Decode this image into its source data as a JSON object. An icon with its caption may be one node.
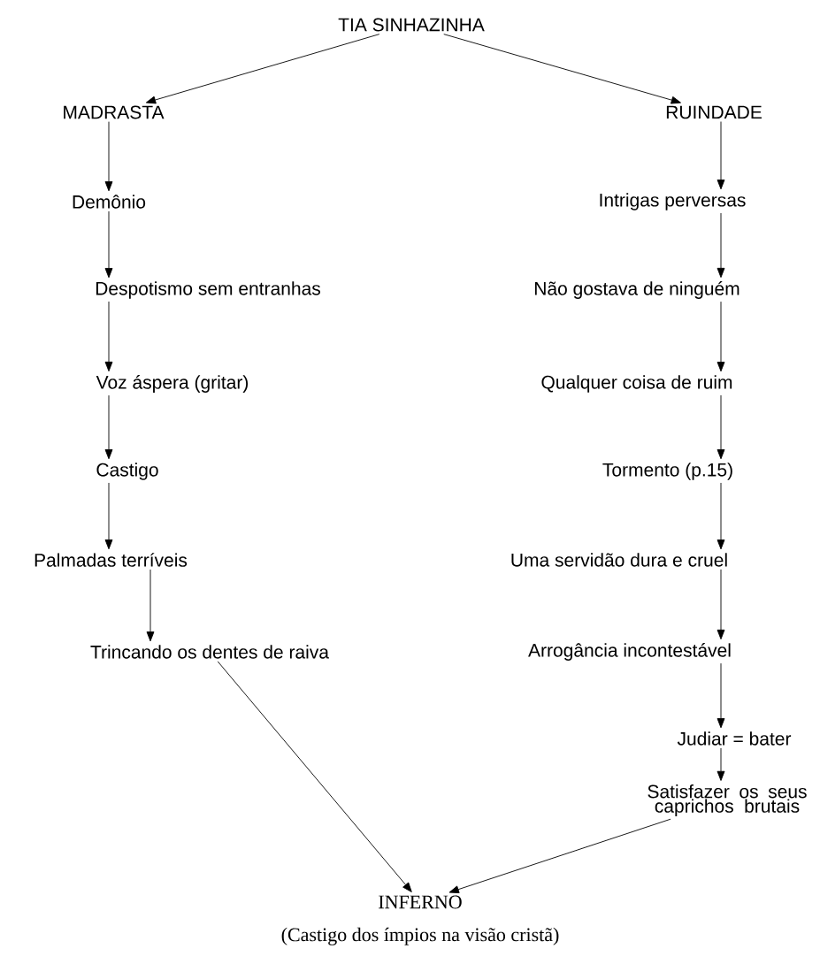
{
  "diagram": {
    "nodes": [
      {
        "text": [
          "TIA SINHAZINHA"
        ]
      },
      {
        "text": [
          "MADRASTA"
        ]
      },
      {
        "text": [
          "RUINDADE"
        ]
      },
      {
        "text": [
          "Demônio"
        ]
      },
      {
        "text": [
          "Intrigas perversas"
        ]
      },
      {
        "text": [
          "Despotismo sem entranhas"
        ]
      },
      {
        "text": [
          "Não gostava de ninguém"
        ]
      },
      {
        "text": [
          "Voz áspera (gritar)"
        ]
      },
      {
        "text": [
          "Qualquer coisa de ruim"
        ]
      },
      {
        "text": [
          "Castigo"
        ]
      },
      {
        "text": [
          "Tormento (p.15)"
        ]
      },
      {
        "text": [
          "Palmadas terríveis"
        ]
      },
      {
        "text": [
          "Uma servidão dura e cruel"
        ]
      },
      {
        "text": [
          "Trincando os dentes de raiva"
        ]
      },
      {
        "text": [
          "Arrogância incontestável"
        ]
      },
      {
        "text": [
          "Judiar = bater"
        ]
      },
      {
        "text": [
          "Satisfazer os seus caprichos brutais"
        ]
      },
      {
        "text": [
          "INFERNO"
        ],
        "beside": [
          "(Castigo dos ímpios na visão cristã)"
        ]
      }
    ],
    "edges": [
      {
        "from": 0,
        "to": 1,
        "arrow": "to"
      },
      {
        "from": 0,
        "to": 2,
        "arrow": "to"
      },
      {
        "from": 1,
        "to": 3,
        "arrow": "to"
      },
      {
        "from": 3,
        "to": 5,
        "arrow": "to"
      },
      {
        "from": 5,
        "to": 7,
        "arrow": "to"
      },
      {
        "from": 7,
        "to": 9,
        "arrow": "to"
      },
      {
        "from": 9,
        "to": 11,
        "arrow": "to"
      },
      {
        "from": 11,
        "to": 13,
        "arrow": "to"
      },
      {
        "from": 13,
        "to": 17,
        "arrow": "to"
      },
      {
        "from": 2,
        "to": 4,
        "arrow": "to"
      },
      {
        "from": 4,
        "to": 6,
        "arrow": "to"
      },
      {
        "from": 6,
        "to": 8,
        "arrow": "to"
      },
      {
        "from": 8,
        "to": 10,
        "arrow": "to"
      },
      {
        "from": 10,
        "to": 12,
        "arrow": "to"
      },
      {
        "from": 12,
        "to": 14,
        "arrow": "to"
      },
      {
        "from": 14,
        "to": 15,
        "arrow": "to"
      },
      {
        "from": 15,
        "to": 16,
        "arrow": "to"
      },
      {
        "from": 16,
        "to": 17,
        "arrow": "to"
      }
    ]
  }
}
